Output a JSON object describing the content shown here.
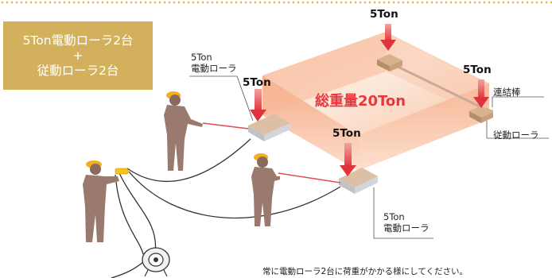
{
  "header": {
    "line1": "5Ton電動ローラ2台",
    "line2": "+",
    "line3": "従動ローラ2台"
  },
  "labels": {
    "roller_top_left": {
      "line1": "5Ton",
      "line2": "電動ローラ"
    },
    "roller_bottom": {
      "line1": "5Ton",
      "line2": "電動ローラ"
    },
    "connecting_rod": "連結棒",
    "driven_roller": "従動ローラ",
    "load_top": "5Ton",
    "load_right": "5Ton",
    "load_left": "5Ton",
    "load_front": "5Ton",
    "total_weight": "総重量20Ton"
  },
  "footer_note": "常に電動ローラ2台に荷重がかかる様にしてください。",
  "colors": {
    "title_bg": "#d3b15c",
    "load_box": "#f4a27a",
    "arrow": "#e0343d",
    "total_text": "#e8383d",
    "worker": "#9a7a6e",
    "helmet": "#f2b01e"
  }
}
